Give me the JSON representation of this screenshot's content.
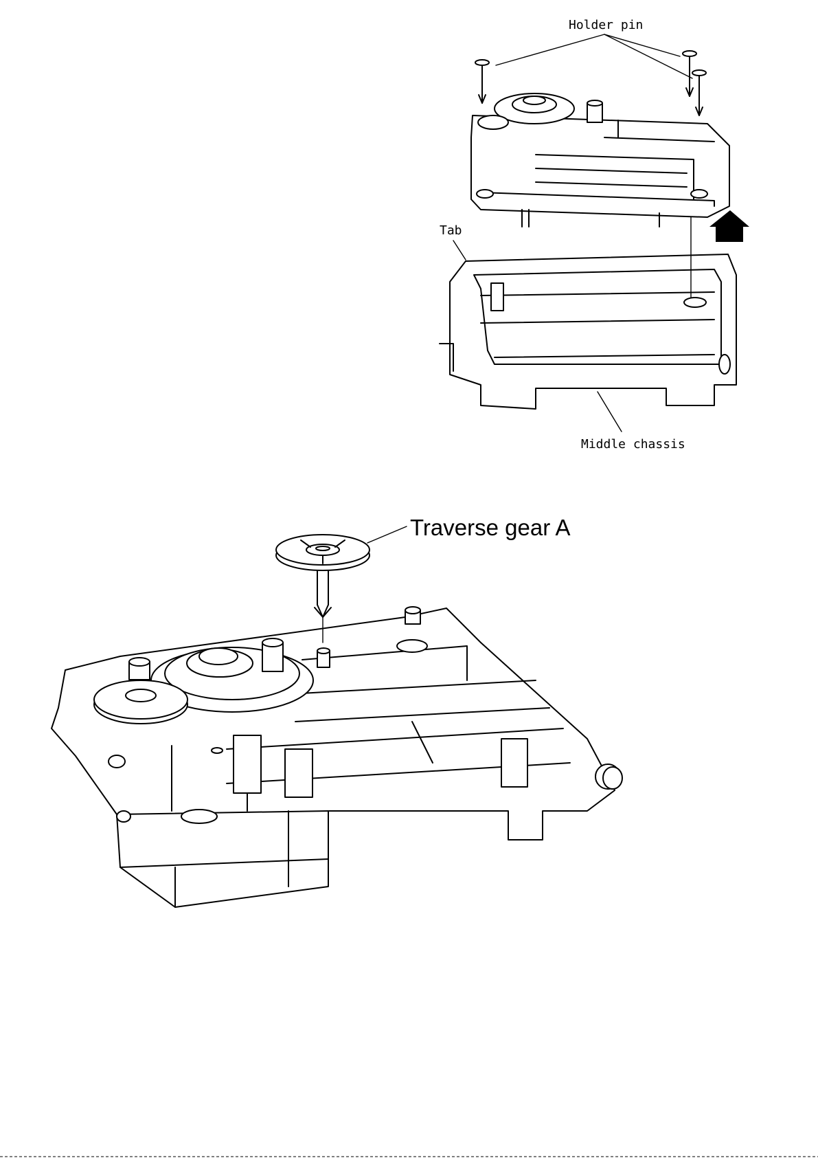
{
  "labels": {
    "holder_pin": "Holder pin",
    "tab": "Tab",
    "middle_chassis": "Middle chassis",
    "traverse_gear": "Traverse gear A"
  }
}
